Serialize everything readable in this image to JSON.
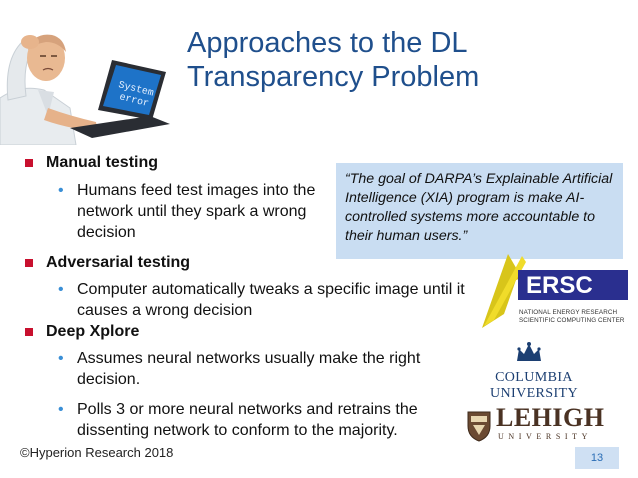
{
  "slide": {
    "title_line1": "Approaches to the DL",
    "title_line2": "Transparency Problem",
    "illustration": {
      "screen_text_line1": "System",
      "screen_text_line2": "error"
    },
    "quote": "“The goal of DARPA’s Explainable Artificial Intelligence (XIA) program is make AI-controlled systems more accountable to their human users.”",
    "bullets": [
      {
        "label": "Manual testing",
        "subs": [
          "Humans feed test images into the network until they spark a wrong decision"
        ]
      },
      {
        "label": "Adversarial testing",
        "subs": [
          "Computer automatically tweaks a specific image until it causes a wrong decision"
        ]
      },
      {
        "label": "Deep Xplore",
        "subs": [
          "Assumes neural networks usually make the right decision.",
          "Polls 3 or more neural networks and retrains the dissenting network to conform to the majority."
        ]
      }
    ],
    "logos": {
      "nersc_text": "ERSC",
      "nersc_sub_line1": "NATIONAL ENERGY RESEARCH",
      "nersc_sub_line2": "SCIENTIFIC COMPUTING CENTER",
      "columbia_line1": "COLUMBIA",
      "columbia_line2": "UNIVERSITY",
      "lehigh_main": "LEHIGH",
      "lehigh_sub": "UNIVERSITY"
    },
    "footer": "©Hyperion Research 2018",
    "page_number": "13",
    "colors": {
      "title": "#1f4f8c",
      "bullet_square": "#c8102e",
      "sub_bullet": "#3a8fd6",
      "quote_bg": "#c9ddf2",
      "page_box_bg": "#cfe0f3"
    }
  }
}
